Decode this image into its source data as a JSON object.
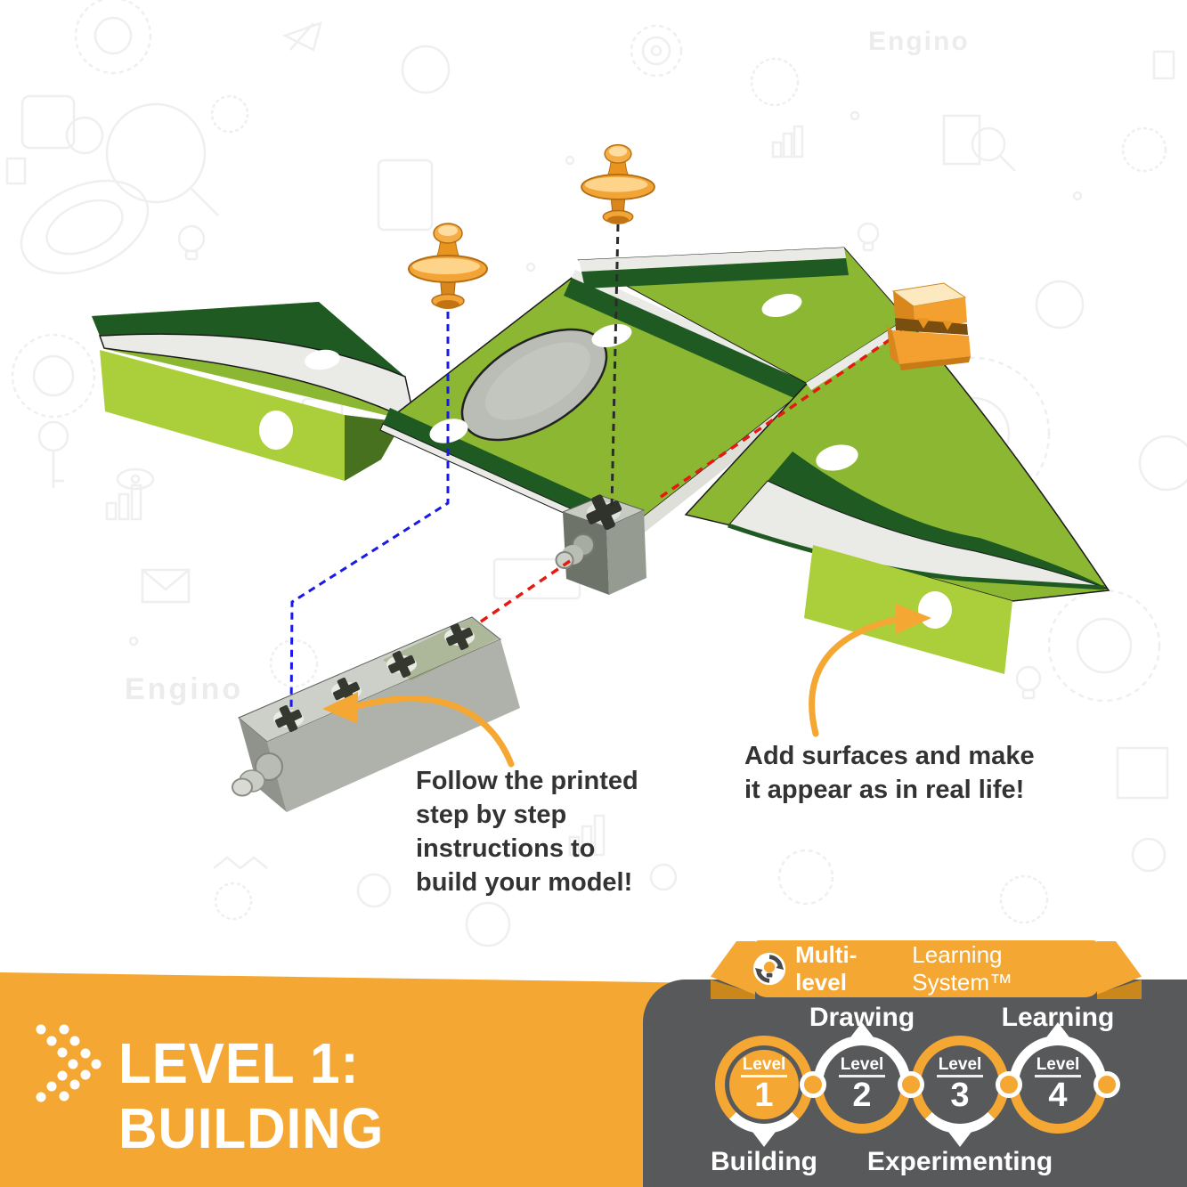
{
  "notes": {
    "left": "Follow the printed\nstep by step\ninstructions to\nbuild your model!",
    "right": "Add surfaces and make\nit appear as in real life!"
  },
  "footer": {
    "title": "LEVEL 1:\nBUILDING"
  },
  "learning_system": {
    "ribbon": {
      "bold": "Multi-level",
      "regular": "Learning System™"
    },
    "levels": [
      {
        "label": "Level",
        "number": "1",
        "name": "Building",
        "active": true,
        "pointer": "down"
      },
      {
        "label": "Level",
        "number": "2",
        "name": "Drawing",
        "active": false,
        "pointer": "up"
      },
      {
        "label": "Level",
        "number": "3",
        "name": "Experimenting",
        "active": false,
        "pointer": "down"
      },
      {
        "label": "Level",
        "number": "4",
        "name": "Learning",
        "active": false,
        "pointer": "up"
      }
    ]
  },
  "watermark": "Engino",
  "colors": {
    "accent_orange": "#F5A733",
    "panel_gray": "#58595B",
    "green_main": "#8BB732",
    "green_flap": "#ABCE3B",
    "green_dark": "#1E5A21",
    "band_white": "#EAEBE7",
    "text_dark": "#333333"
  },
  "icons": {
    "footer_chevron": "dotted-chevron-right-icon",
    "ribbon_icon": "circular-arrows-lightbulb-icon"
  }
}
